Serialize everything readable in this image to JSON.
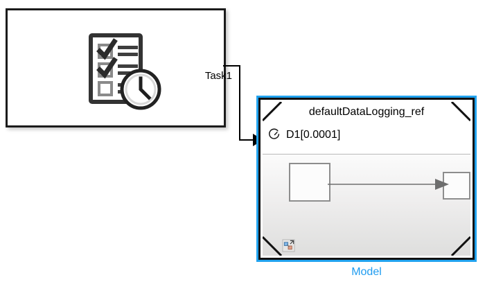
{
  "diagram": {
    "type": "simulink-block-diagram",
    "background_color": "#ffffff",
    "accent_color": "#1f9cf0"
  },
  "task_block": {
    "name": "task-scheduler-block",
    "icon_name": "checklist-clock-icon",
    "output_port_label": "Task1",
    "border_color": "#1b1b1b",
    "fill_color": "#ffffff"
  },
  "signal": {
    "name": "task1-signal-line",
    "label": "Task1",
    "color": "#000000"
  },
  "model_block": {
    "name": "model-reference-block",
    "title": "defaultDataLogging_ref",
    "sample_time_icon": "timer-icon",
    "sample_time": "D1[0.0001]",
    "caption": "Model",
    "selected": true,
    "selection_color": "#21a3ef",
    "border_color": "#111111",
    "header_fill": "#ffffff",
    "body_fill": "#ececeb",
    "badge_icon": "open-model-reference-icon",
    "contents": {
      "blocks": [
        {
          "name": "inner-block-left",
          "label": ""
        },
        {
          "name": "inner-block-right",
          "label": ""
        }
      ],
      "connection_color": "#6e6e6e"
    }
  }
}
